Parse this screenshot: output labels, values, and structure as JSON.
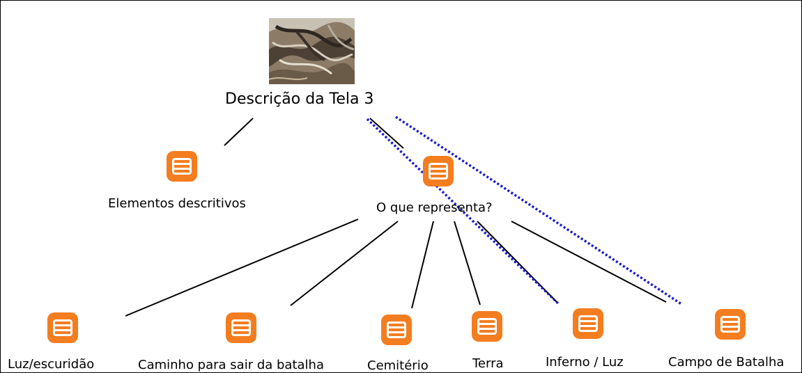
{
  "diagram": {
    "root": {
      "title": "Descrição da Tela 3",
      "image": "painting-thumbnail"
    },
    "nodes": {
      "elementos": "Elementos descritivos",
      "representa": "O que representa?",
      "luz": "Luz/escuridão",
      "caminho": "Caminho para sair da batalha",
      "cemiterio": "Cemitério",
      "terra": "Terra",
      "inferno": "Inferno / Luz",
      "campo": "Campo de Batalha"
    },
    "edges": [
      {
        "from": "root",
        "to": "elementos",
        "style": "solid"
      },
      {
        "from": "root",
        "to": "representa",
        "style": "solid"
      },
      {
        "from": "representa",
        "to": "luz",
        "style": "solid"
      },
      {
        "from": "representa",
        "to": "caminho",
        "style": "solid"
      },
      {
        "from": "representa",
        "to": "cemiterio",
        "style": "solid"
      },
      {
        "from": "representa",
        "to": "terra",
        "style": "solid"
      },
      {
        "from": "representa",
        "to": "inferno",
        "style": "solid"
      },
      {
        "from": "representa",
        "to": "campo",
        "style": "solid"
      },
      {
        "from": "root",
        "to": "inferno",
        "style": "dotted"
      },
      {
        "from": "root",
        "to": "campo",
        "style": "dotted"
      }
    ],
    "colors": {
      "node_icon": "#f47d20",
      "solid_link": "#000000",
      "dotted_link": "#1a1ad0"
    },
    "icons": {
      "node": "list-icon"
    }
  }
}
